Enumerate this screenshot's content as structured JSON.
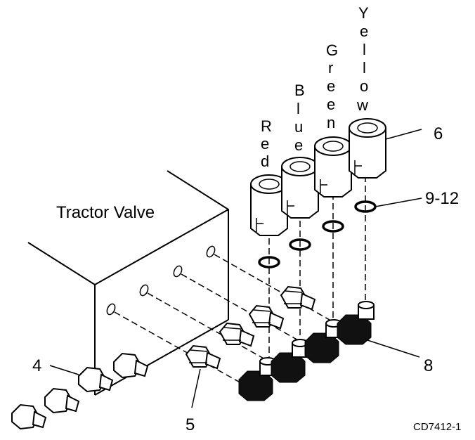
{
  "title": "Tractor Valve",
  "hose_colors": [
    {
      "name": "Red",
      "letters": [
        "R",
        "e",
        "d"
      ]
    },
    {
      "name": "Blue",
      "letters": [
        "B",
        "l",
        "u",
        "e"
      ]
    },
    {
      "name": "Green",
      "letters": [
        "G",
        "r",
        "e",
        "e",
        "n"
      ]
    },
    {
      "name": "Yellow",
      "letters": [
        "Y",
        "e",
        "l",
        "l",
        "o",
        "w"
      ]
    }
  ],
  "callouts": {
    "c4": "4",
    "c5": "5",
    "c6": "6",
    "c8": "8",
    "c9_12": "9-12"
  },
  "figure_id": "CD7412-1"
}
